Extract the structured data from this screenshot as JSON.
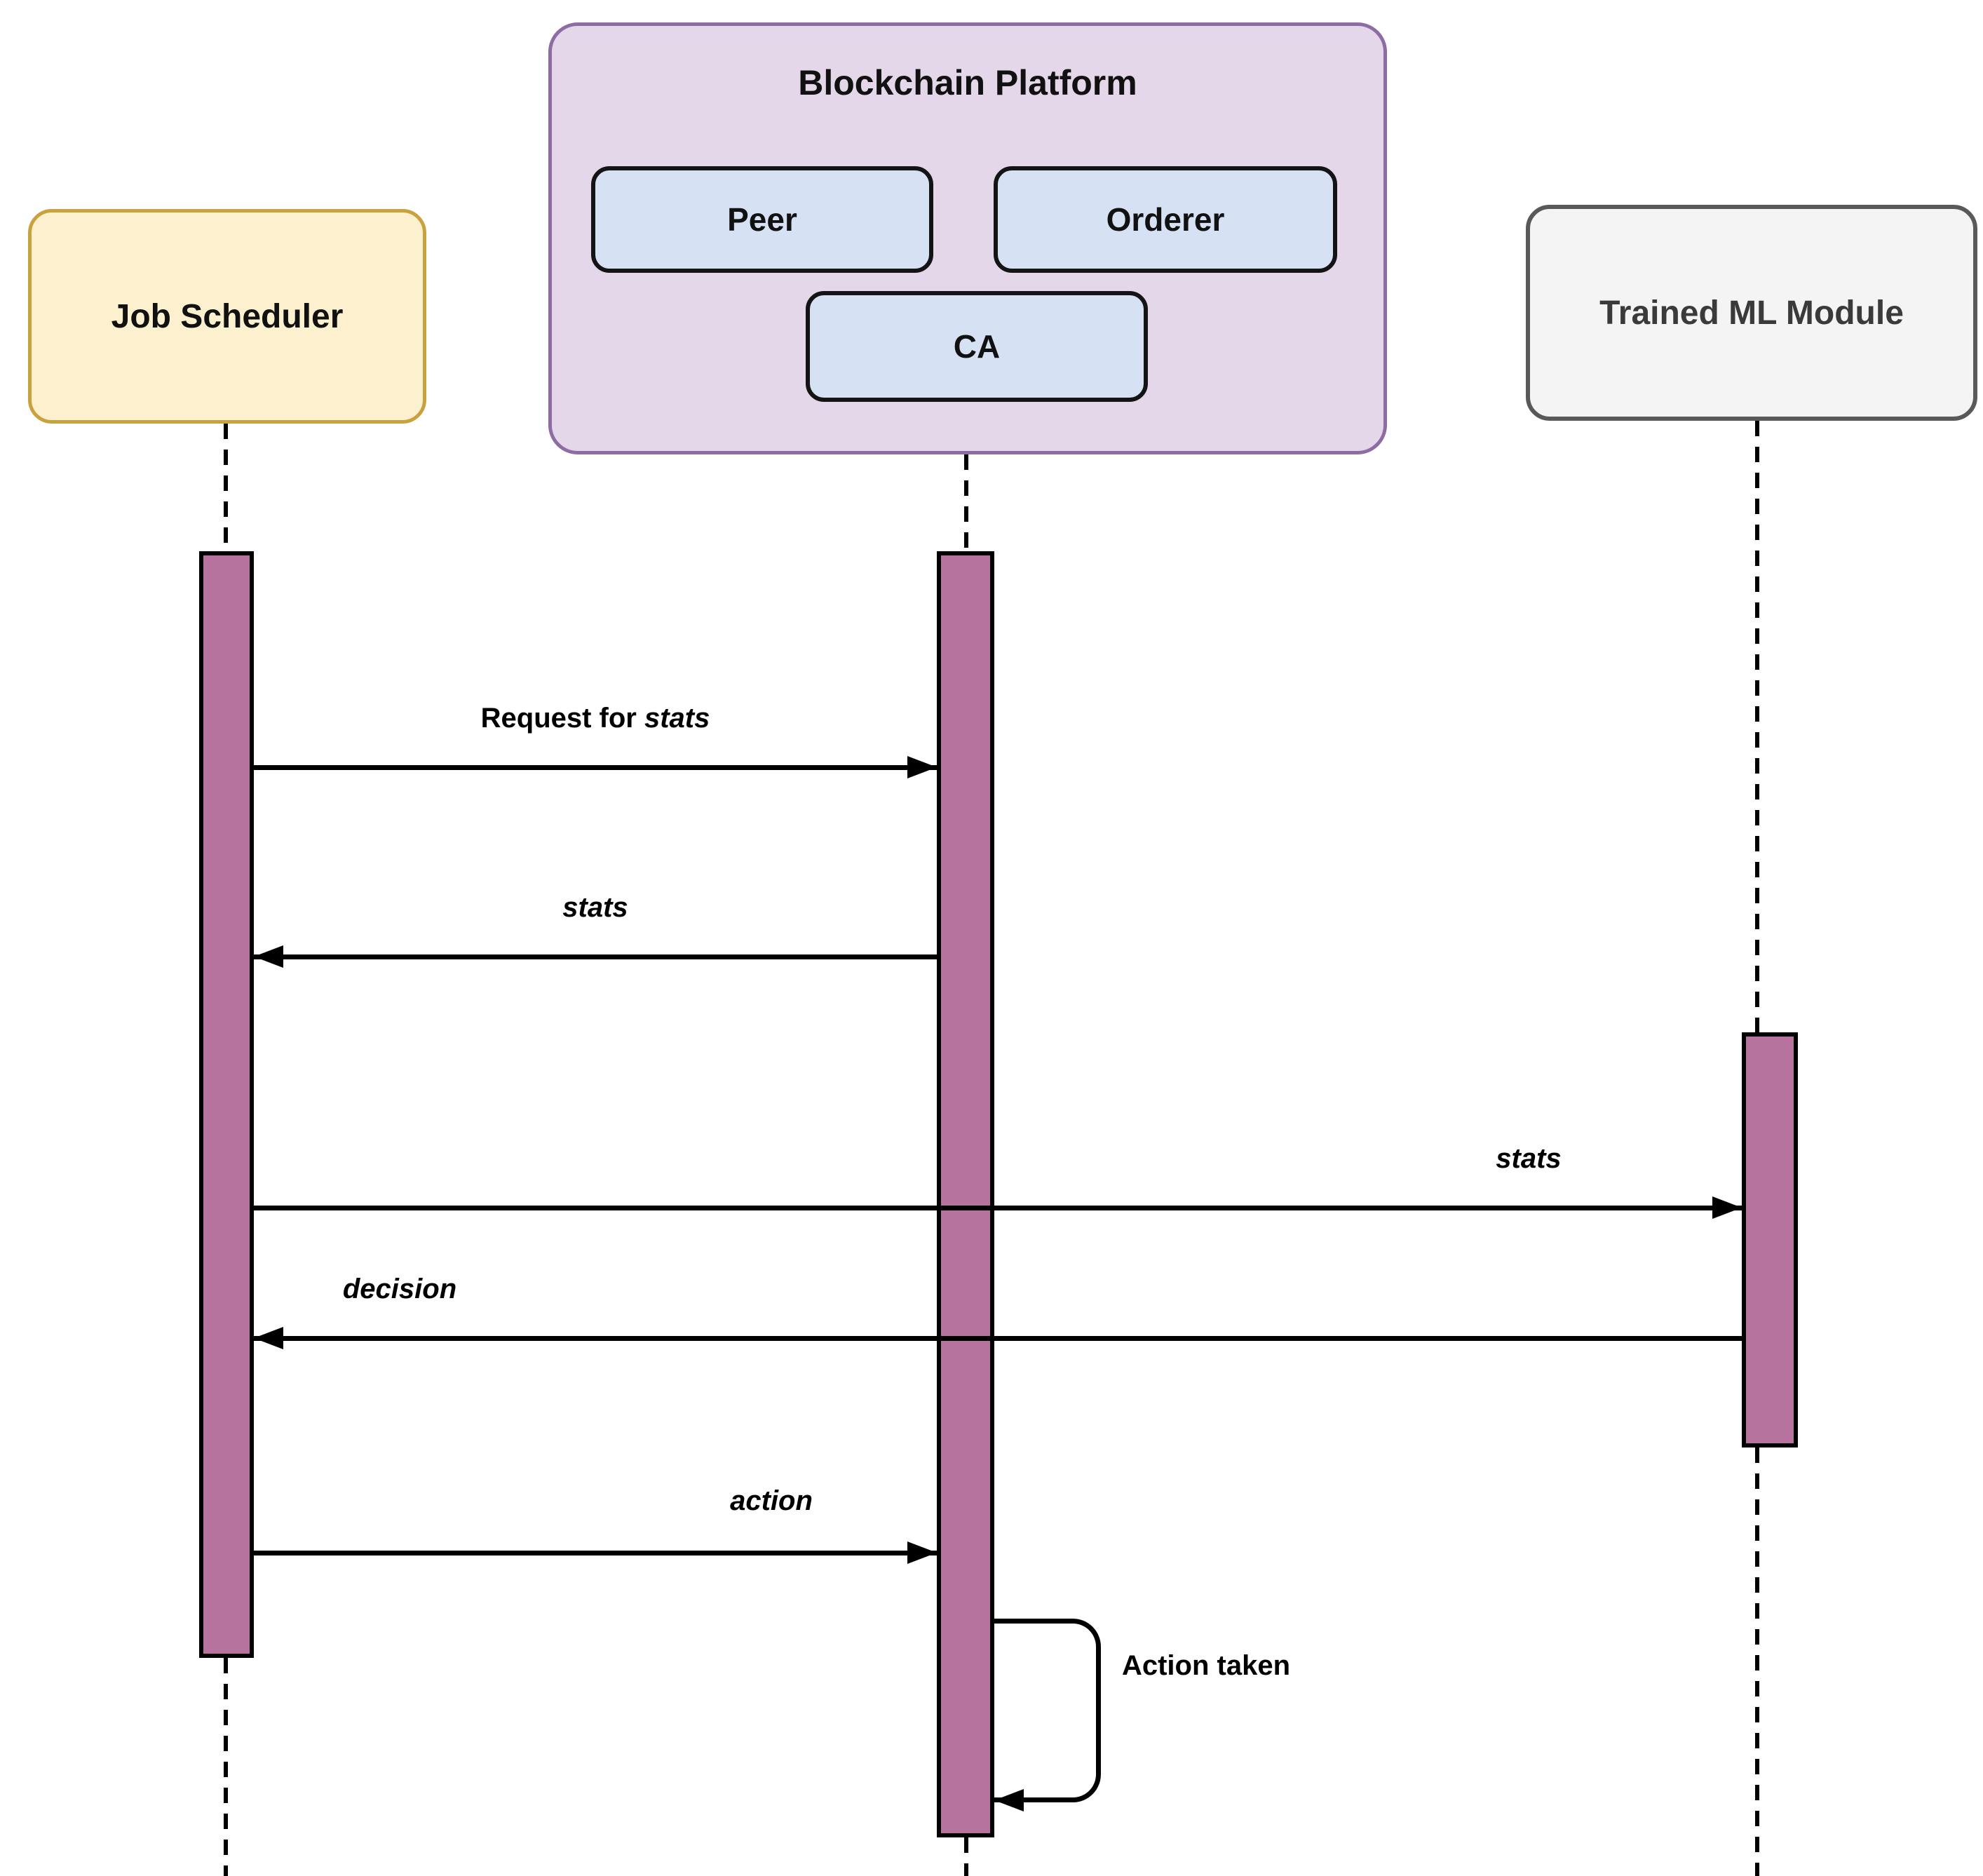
{
  "diagram_type": "uml-sequence-diagram",
  "participants": {
    "job_scheduler": {
      "label": "Job Scheduler"
    },
    "blockchain_platform": {
      "label": "Blockchain Platform",
      "components": [
        "Peer",
        "Orderer",
        "CA"
      ]
    },
    "trained_ml_module": {
      "label": "Trained ML Module"
    }
  },
  "messages": [
    {
      "prefix": "Request for ",
      "label": "stats",
      "from": "Job Scheduler",
      "to": "Blockchain Platform",
      "direction": "right"
    },
    {
      "label": "stats",
      "from": "Blockchain Platform",
      "to": "Job Scheduler",
      "direction": "left"
    },
    {
      "label": "stats",
      "from": "Job Scheduler",
      "to": "Trained ML Module",
      "direction": "right"
    },
    {
      "label": "decision",
      "from": "Trained ML Module",
      "to": "Job Scheduler",
      "direction": "left"
    },
    {
      "label": "action",
      "from": "Job Scheduler",
      "to": "Blockchain Platform",
      "direction": "right"
    },
    {
      "label": "Action taken",
      "from": "Blockchain Platform",
      "to": "Blockchain Platform",
      "direction": "self"
    }
  ],
  "colors": {
    "job_scheduler_fill": "#fdf0cf",
    "job_scheduler_border": "#c9a23d",
    "platform_fill": "#e3d7e9",
    "platform_border": "#8d6ba3",
    "component_fill": "#d6e1f3",
    "component_border": "#141414",
    "ml_module_fill": "#f4f4f4",
    "ml_module_border": "#595959",
    "ml_module_text": "#3a3a3a",
    "activation_fill": "#b5739e",
    "activation_border": "#000000",
    "line_color": "#000000"
  }
}
